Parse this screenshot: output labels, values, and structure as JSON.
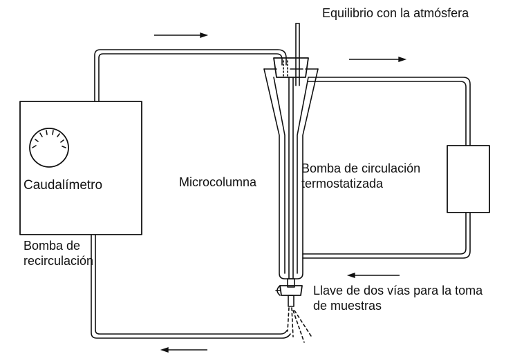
{
  "labels": {
    "equilibrio": "Equilibrio con la atmósfera",
    "caudalimetro": "Caudalímetro",
    "microcolumna": "Microcolumna",
    "bomba_circulacion": [
      "Bomba de circulación",
      "termostatizada"
    ],
    "bomba_recirculacion": [
      "Bomba de",
      "recirculación"
    ],
    "llave": [
      "Llave de dos vías para la toma",
      "de muestras"
    ]
  },
  "flow_arrows": [
    "right",
    "right",
    "left",
    "left"
  ]
}
